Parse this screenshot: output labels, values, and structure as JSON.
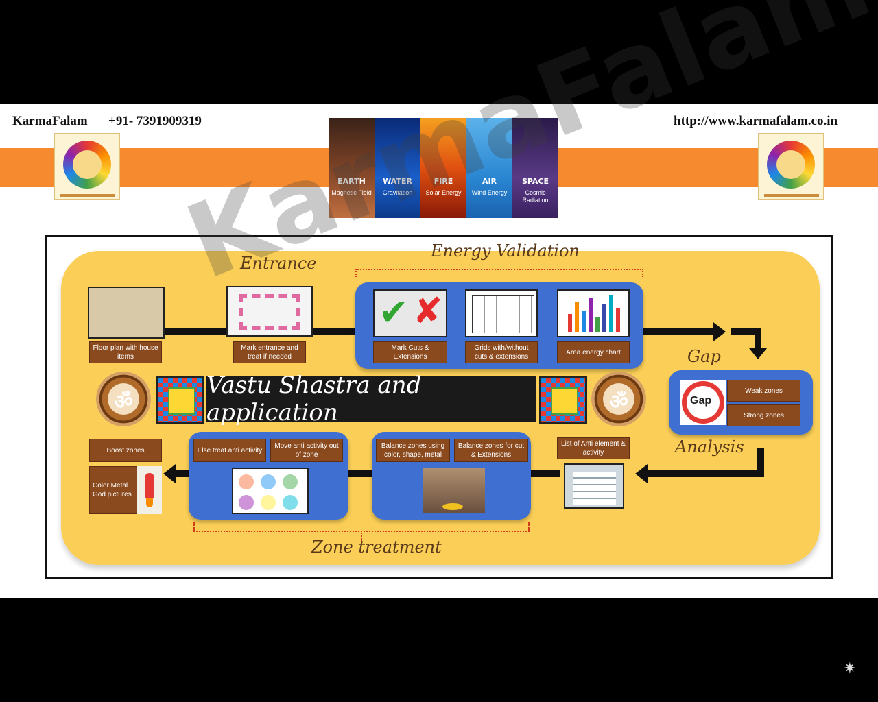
{
  "header": {
    "brand": "KarmaFalam",
    "phone": "+91- 7391909319",
    "url": "http://www.karmafalam.co.in"
  },
  "elements": [
    {
      "name": "EARTH",
      "sub": "Magnetic Field",
      "color": "#7a3b22"
    },
    {
      "name": "WATER",
      "sub": "Gravitation",
      "color": "#1450a8"
    },
    {
      "name": "FIRE",
      "sub": "Solar Energy",
      "color": "#e6701a"
    },
    {
      "name": "AIR",
      "sub": "Wind Energy",
      "color": "#2b8fd8"
    },
    {
      "name": "SPACE",
      "sub": "Cosmic Radiation",
      "color": "#4a2f6e"
    }
  ],
  "diagram": {
    "entrance": "Entrance",
    "energy_validation": "Energy Validation",
    "gap": "Gap",
    "analysis": "Analysis",
    "zone_treatment": "Zone treatment",
    "title": "Vastu Shastra and application",
    "om": "ॐ",
    "gap_sign": "Gap",
    "labels": {
      "floor_plan": "Floor plan with house items",
      "mark_entrance": "Mark entrance and treat if needed",
      "mark_cuts": "Mark Cuts & Extensions",
      "grids": "Grids with/without cuts & extensions",
      "area_chart": "Area energy chart",
      "weak_zones": "Weak zones",
      "strong_zones": "Strong zones",
      "anti_element": "List of Anti element & activity",
      "balance_cut": "Balance zones for cut & Extensions",
      "balance_color": "Balance zones using color, shape, metal",
      "move_anti": "Move anti activity out of zone",
      "else_treat": "Else treat anti activity",
      "boost": "Boost zones",
      "boost_items": "Color Metal God pictures"
    }
  },
  "watermark": "KarmaFalam"
}
